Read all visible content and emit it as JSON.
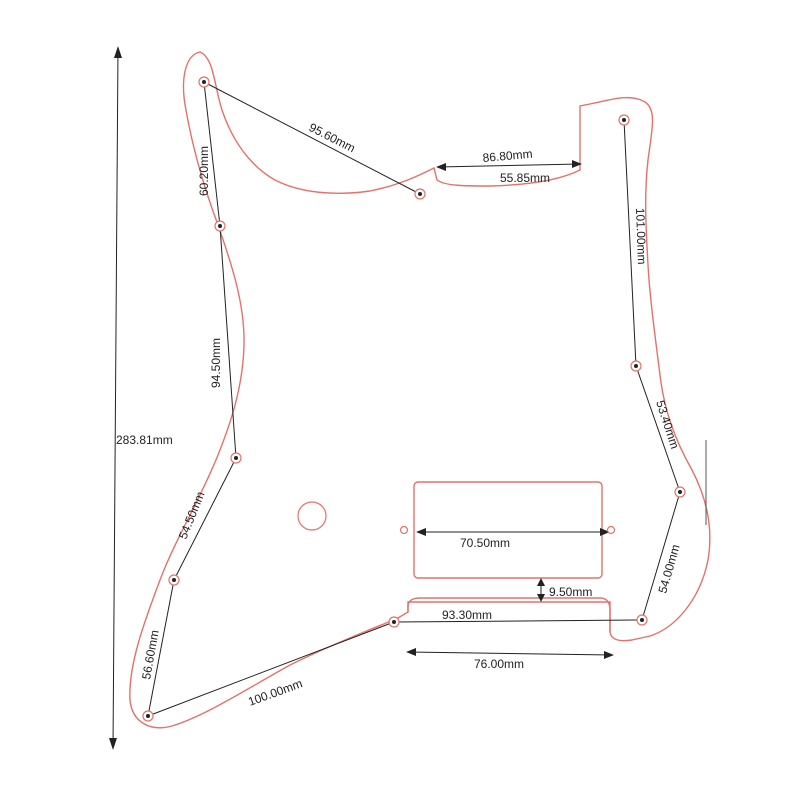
{
  "colors": {
    "outline": "#e8706a",
    "dimension": "#222222",
    "background": "#ffffff"
  },
  "dimensions": {
    "overall_height": "283.81mm",
    "top_left_to_center": "95.60mm",
    "top_span": "86.80mm",
    "top_inner": "55.85mm",
    "left_upper": "60.20mm",
    "left_middle": "94.50mm",
    "left_lower": "54.50mm",
    "left_bottom": "56.60mm",
    "bottom_diag": "100.00mm",
    "right_upper": "101.00mm",
    "right_middle": "53.40mm",
    "right_lower": "54.00mm",
    "pickup_width": "70.50mm",
    "pickup_gap": "9.50mm",
    "bottom_span": "93.30mm",
    "bottom_cutout": "76.00mm"
  }
}
